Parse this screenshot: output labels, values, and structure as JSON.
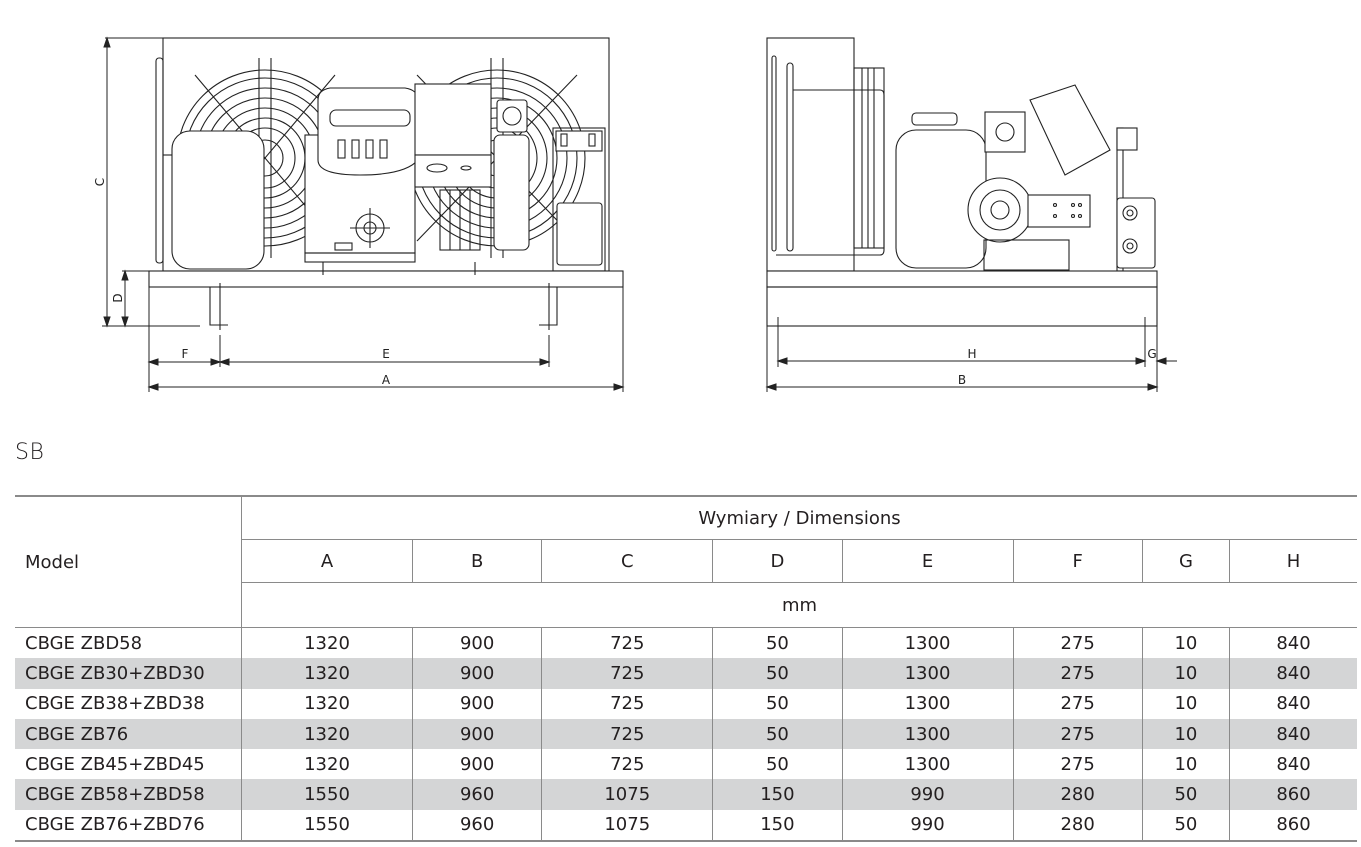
{
  "drawing": {
    "front_view_labels": {
      "A": "A",
      "C": "C",
      "D": "D",
      "E": "E",
      "F": "F"
    },
    "side_view_labels": {
      "B": "B",
      "G": "G",
      "H": "H"
    }
  },
  "section_label": "SB",
  "table": {
    "model_header": "Model",
    "group_header": "Wymiary / Dimensions",
    "unit": "mm",
    "columns": [
      "A",
      "B",
      "C",
      "D",
      "E",
      "F",
      "G",
      "H"
    ],
    "rows": [
      {
        "model": "CBGE ZBD58",
        "values": [
          "1320",
          "900",
          "725",
          "50",
          "1300",
          "275",
          "10",
          "840"
        ],
        "shaded": false
      },
      {
        "model": "CBGE ZB30+ZBD30",
        "values": [
          "1320",
          "900",
          "725",
          "50",
          "1300",
          "275",
          "10",
          "840"
        ],
        "shaded": true
      },
      {
        "model": "CBGE ZB38+ZBD38",
        "values": [
          "1320",
          "900",
          "725",
          "50",
          "1300",
          "275",
          "10",
          "840"
        ],
        "shaded": false
      },
      {
        "model": "CBGE ZB76",
        "values": [
          "1320",
          "900",
          "725",
          "50",
          "1300",
          "275",
          "10",
          "840"
        ],
        "shaded": true
      },
      {
        "model": "CBGE ZB45+ZBD45",
        "values": [
          "1320",
          "900",
          "725",
          "50",
          "1300",
          "275",
          "10",
          "840"
        ],
        "shaded": false
      },
      {
        "model": "CBGE ZB58+ZBD58",
        "values": [
          "1550",
          "960",
          "1075",
          "150",
          "990",
          "280",
          "50",
          "860"
        ],
        "shaded": true
      },
      {
        "model": "CBGE ZB76+ZBD76",
        "values": [
          "1550",
          "960",
          "1075",
          "150",
          "990",
          "280",
          "50",
          "860"
        ],
        "shaded": false
      }
    ]
  },
  "colors": {
    "row_shade": "#d4d5d6",
    "rule": "#8a8a8a",
    "ink": "#231f20"
  }
}
